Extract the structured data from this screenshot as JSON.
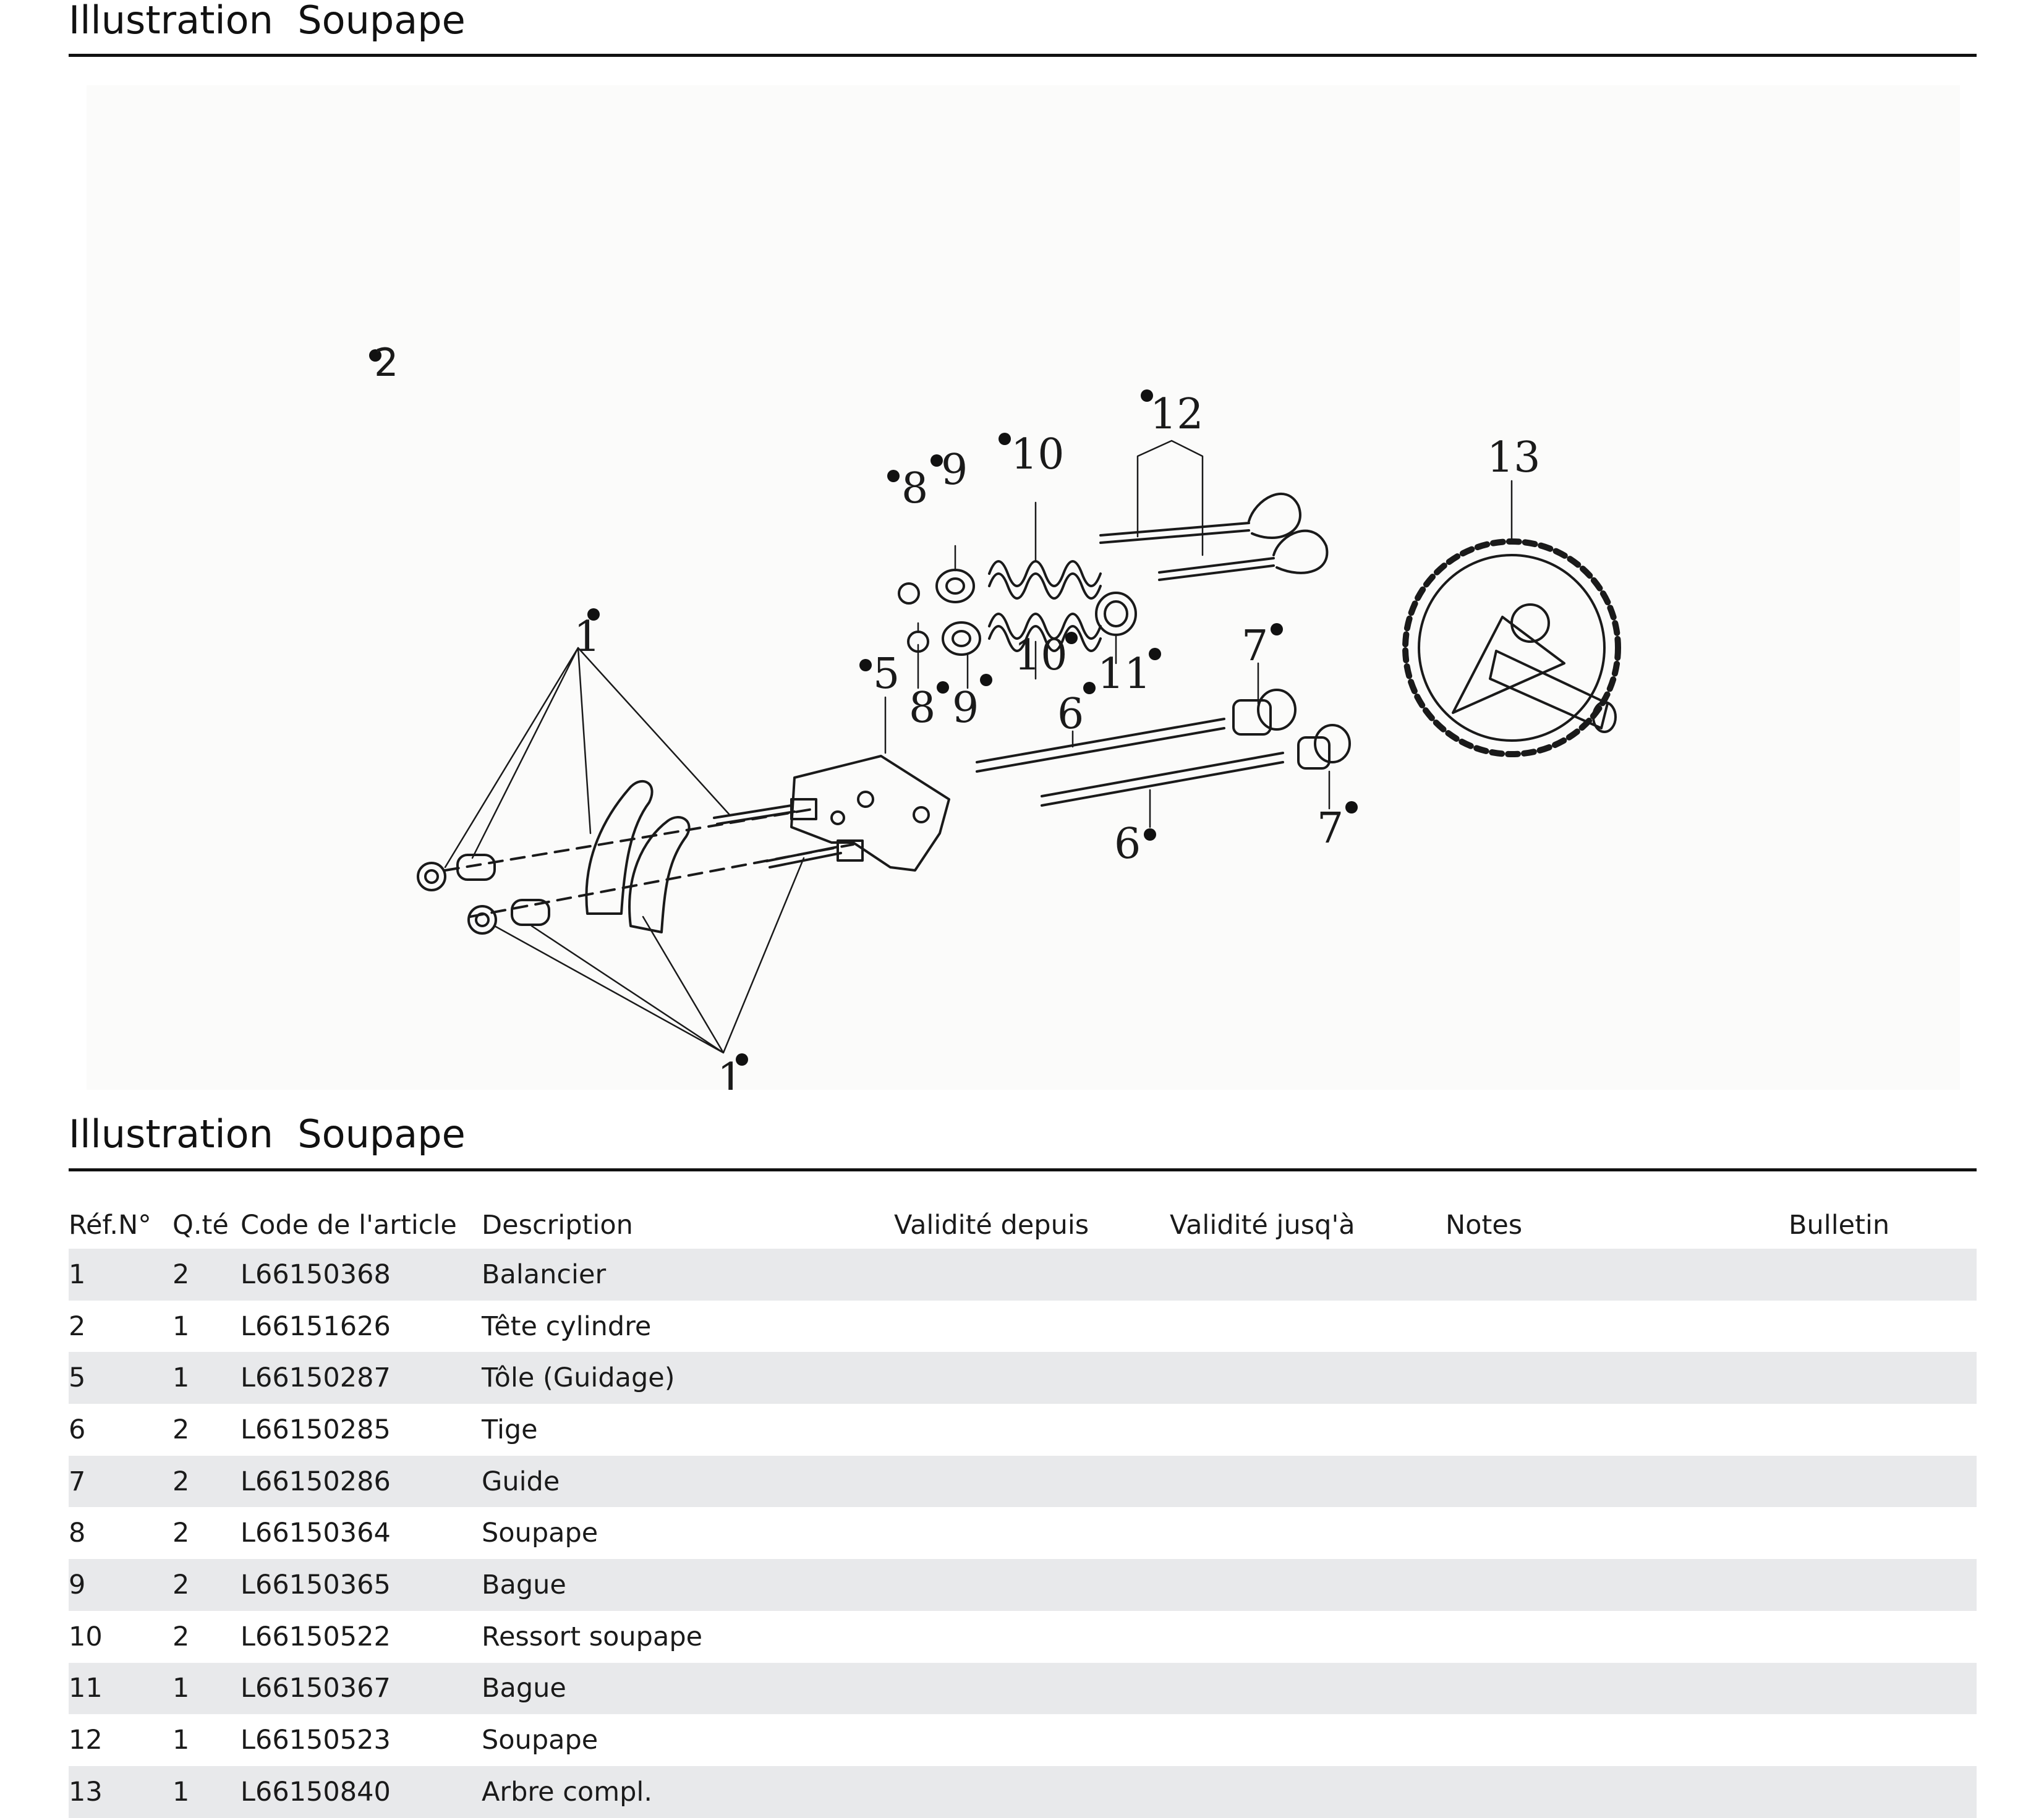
{
  "header": {
    "title_top": "Illustration  Soupape",
    "title_table": "Illustration  Soupape"
  },
  "figure": {
    "labels": [
      "1",
      "1",
      "2",
      "5",
      "6",
      "6",
      "7",
      "7",
      "8",
      "8",
      "9",
      "9",
      "10",
      "10",
      "11",
      "12",
      "13"
    ]
  },
  "table": {
    "columns": [
      "Réf.N°",
      "Q.té",
      "Code de l'article",
      "Description",
      "Validité depuis",
      "Validité jusq'à",
      "Notes",
      "Bulletin"
    ],
    "rows": [
      {
        "ref": "1",
        "qty": "2",
        "code": "L66150368",
        "desc": "Balancier",
        "from": "",
        "to": "",
        "notes": "",
        "bulletin": ""
      },
      {
        "ref": "2",
        "qty": "1",
        "code": "L66151626",
        "desc": "Tête cylindre",
        "from": "",
        "to": "",
        "notes": "",
        "bulletin": ""
      },
      {
        "ref": "5",
        "qty": "1",
        "code": "L66150287",
        "desc": "Tôle (Guidage)",
        "from": "",
        "to": "",
        "notes": "",
        "bulletin": ""
      },
      {
        "ref": "6",
        "qty": "2",
        "code": "L66150285",
        "desc": "Tige",
        "from": "",
        "to": "",
        "notes": "",
        "bulletin": ""
      },
      {
        "ref": "7",
        "qty": "2",
        "code": "L66150286",
        "desc": "Guide",
        "from": "",
        "to": "",
        "notes": "",
        "bulletin": ""
      },
      {
        "ref": "8",
        "qty": "2",
        "code": "L66150364",
        "desc": "Soupape",
        "from": "",
        "to": "",
        "notes": "",
        "bulletin": ""
      },
      {
        "ref": "9",
        "qty": "2",
        "code": "L66150365",
        "desc": "Bague",
        "from": "",
        "to": "",
        "notes": "",
        "bulletin": ""
      },
      {
        "ref": "10",
        "qty": "2",
        "code": "L66150522",
        "desc": "Ressort soupape",
        "from": "",
        "to": "",
        "notes": "",
        "bulletin": ""
      },
      {
        "ref": "11",
        "qty": "1",
        "code": "L66150367",
        "desc": "Bague",
        "from": "",
        "to": "",
        "notes": "",
        "bulletin": ""
      },
      {
        "ref": "12",
        "qty": "1",
        "code": "L66150523",
        "desc": "Soupape",
        "from": "",
        "to": "",
        "notes": "",
        "bulletin": ""
      },
      {
        "ref": "13",
        "qty": "1",
        "code": "L66150840",
        "desc": "Arbre compl.",
        "from": "",
        "to": "",
        "notes": "",
        "bulletin": ""
      }
    ]
  }
}
